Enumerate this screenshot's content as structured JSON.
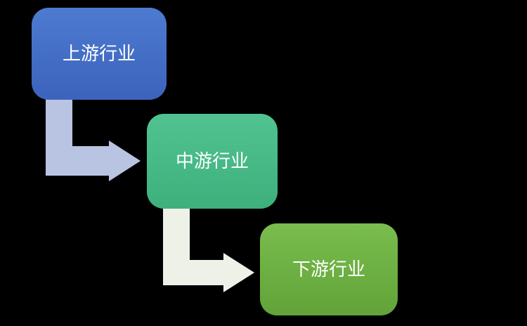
{
  "diagram": {
    "title": "industry-chain-flow",
    "background_color": "#000000",
    "text_color": "#ffffff",
    "nodes": [
      {
        "id": "upstream",
        "label": "上游行业",
        "color_top": "#4d7bd0",
        "color_bottom": "#3c63bd"
      },
      {
        "id": "midstream",
        "label": "中游行业",
        "color_top": "#50c391",
        "color_bottom": "#3eb07c"
      },
      {
        "id": "downstream",
        "label": "下游行业",
        "color_top": "#7abd4e",
        "color_bottom": "#61a338"
      }
    ],
    "connectors": [
      {
        "from": "upstream",
        "to": "midstream",
        "direction": "down-then-right",
        "color": "#b9c4e2"
      },
      {
        "from": "midstream",
        "to": "downstream",
        "direction": "down-then-right",
        "color": "#eef1e8"
      }
    ]
  }
}
